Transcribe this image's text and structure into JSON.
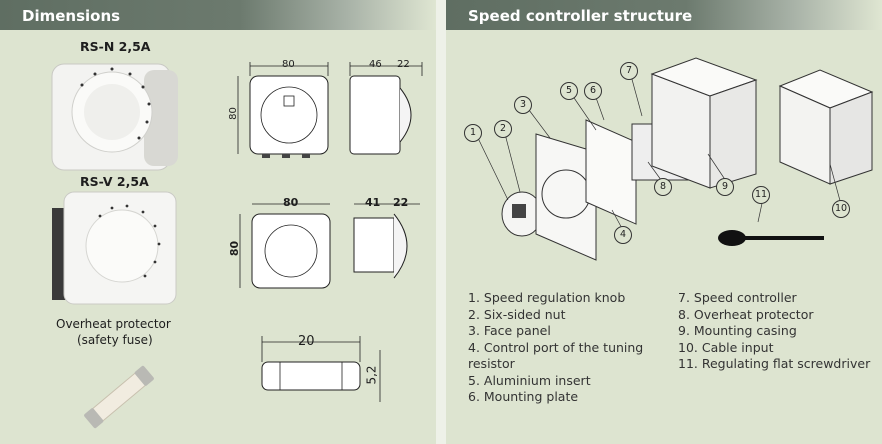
{
  "left": {
    "title": "Dimensions",
    "models": [
      "RS-N 2,5A",
      "RS-V 2,5A"
    ],
    "fuse_caption": [
      "Overheat protector",
      "(safety fuse)"
    ],
    "rs_n_dims": {
      "width": "80",
      "height": "80",
      "depth": "46",
      "knob": "22"
    },
    "rs_v_dims": {
      "width": "80",
      "height": "80",
      "depth": "41",
      "knob": "22"
    },
    "fuse_dims": {
      "length": "20",
      "diameter": "5,2"
    }
  },
  "right": {
    "title": "Speed controller structure",
    "legend_col1": [
      "1. Speed regulation knob",
      "2. Six-sided nut",
      "3. Face panel",
      "4. Control port of the tuning",
      "resistor",
      "5. Aluminium insert",
      "6. Mounting plate"
    ],
    "legend_col2": [
      "7. Speed controller",
      "8. Overheat protector",
      "9. Mounting casing",
      "10. Cable input",
      "11. Regulating flat screwdriver"
    ],
    "callouts": [
      "1",
      "2",
      "3",
      "4",
      "5",
      "6",
      "7",
      "8",
      "9",
      "10",
      "11"
    ]
  }
}
